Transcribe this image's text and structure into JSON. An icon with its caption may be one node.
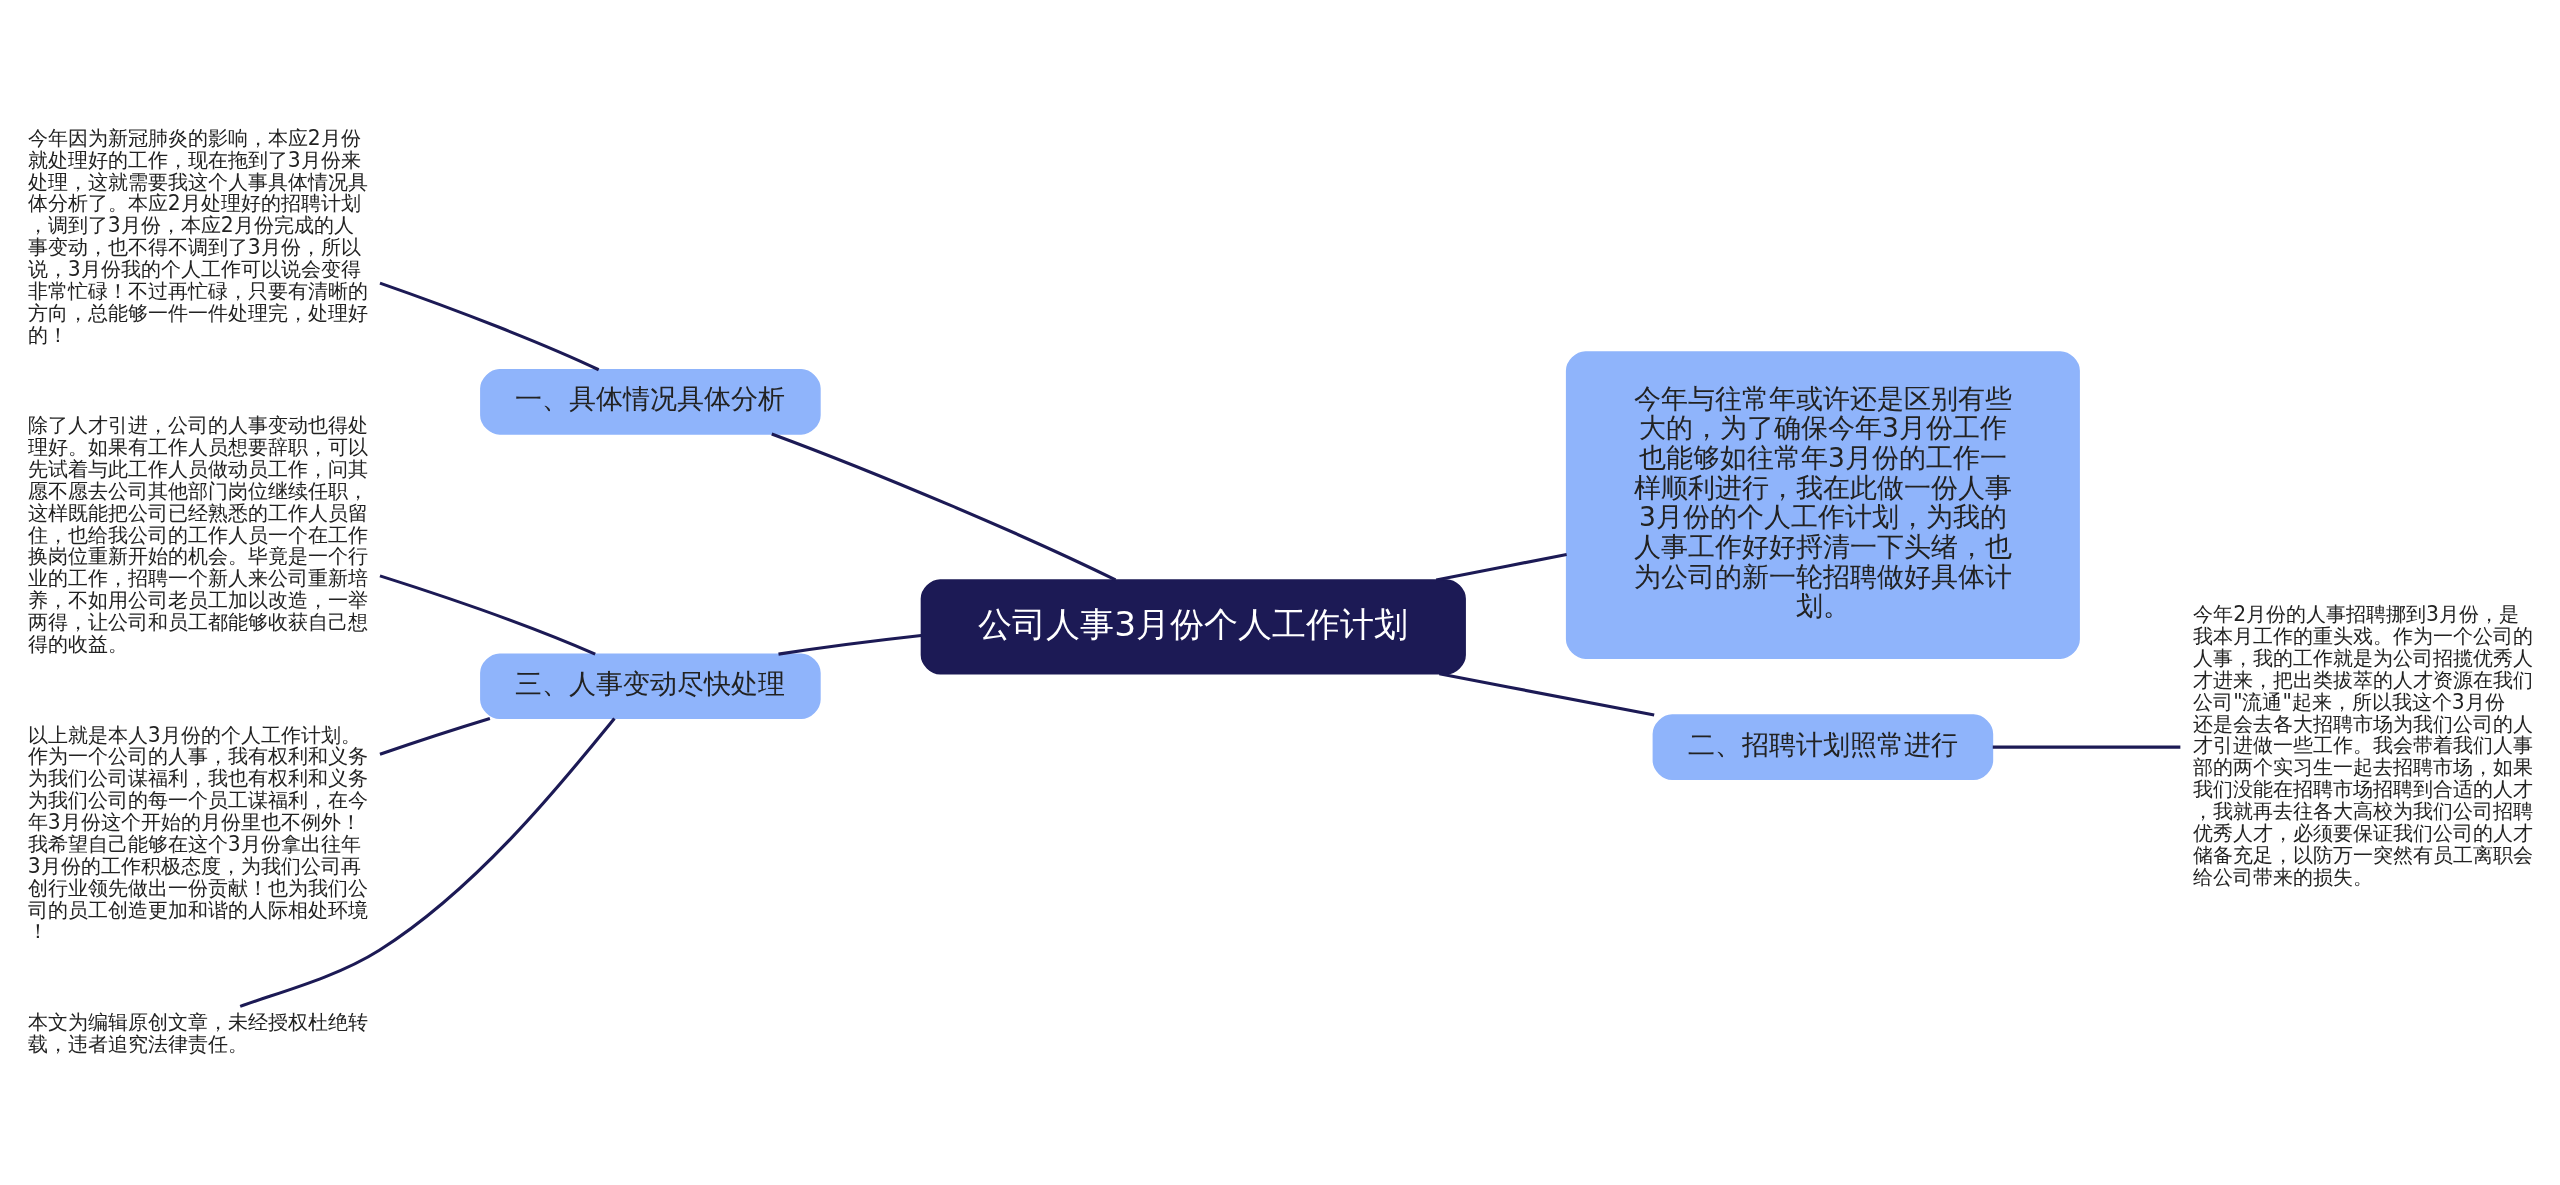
{
  "diagram": {
    "nodes": [
      {
        "text": [
          "公司人事3月份个人工作计划"
        ]
      },
      {
        "text": [
          "一、具体情况具体分析"
        ]
      },
      {
        "text": [
          "今年因为新冠肺炎的影响，本应2月份就处理好的工作，现在拖到了3月份来处理，这就需要我这个人事具体情况具体分析了。本应2月处理好的招聘计划，调到了3月份，本应2月份完成的人事变动，也不得不调到了3月份，所以说，3月份我的个人工作可以说会变得非常忙碌！不过再忙碌，只要有清晰的方向，总能够一件一件处理完，处理好的！"
        ]
      },
      {
        "text": [
          "今年与往常年或许还是区别有些大的，为了确保今年3月份工作也能够如往常年3月份的工作一样顺利进行，我在此做一份人事3月份的个人工作计划，为我的人事工作好好捋清一下头绪，也为公司的新一轮招聘做好具体计划。"
        ]
      },
      {
        "text": [
          "二、招聘计划照常进行"
        ]
      },
      {
        "text": [
          "今年2月份的人事招聘挪到3月份，是我本月工作的重头戏。作为一个公司的人事，我的工作就是为公司招揽优秀人才进来，把出类拔萃的人才资源在我们公司\"流通\"起来，所以我这个3月份还是会去各大招聘市场为我们公司的人才引进做一些工作。我会带着我们人事部的两个实习生一起去招聘市场，如果我们没能在招聘市场招聘到合适的人才，我就再去往各大高校为我们公司招聘优秀人才，必须要保证我们公司的人才储备充足，以防万一突然有员工离职会给公司带来的损失。"
        ]
      },
      {
        "text": [
          "三、人事变动尽快处理"
        ]
      },
      {
        "text": [
          "除了人才引进，公司的人事变动也得处理好。如果有工作人员想要辞职，可以先试着与此工作人员做动员工作，问其愿不愿去公司其他部门岗位继续任职，这样既能把公司已经熟悉的工作人员留住，也给我公司的工作人员一个在工作换岗位重新开始的机会。毕竟是一个行业的工作，招聘一个新人来公司重新培养，不如用公司老员工加以改造，一举两得，让公司和员工都能够收获自己想得的收益。"
        ]
      },
      {
        "text": [
          "以上就是本人3月份的个人工作计划。作为一个公司的人事，我有权利和义务为我们公司谋福利，我也有权利和义务为我们公司的每一个员工谋福利，在今年3月份这个开始的月份里也不例外！我希望自己能够在这个3月份拿出往年3月份的工作积极态度，为我们公司再创行业领先做出一份贡献！也为我们公司的员工创造更加和谐的人际相处环境！"
        ]
      },
      {
        "text": [
          "本文为编辑原创文章，未经授权杜绝转载，违者追究法律责任。"
        ]
      }
    ],
    "edges": [
      {
        "from": 0,
        "to": 1,
        "arrow": "none"
      },
      {
        "from": 1,
        "to": 2,
        "arrow": "none"
      },
      {
        "from": 0,
        "to": 3,
        "arrow": "none"
      },
      {
        "from": 0,
        "to": 4,
        "arrow": "none"
      },
      {
        "from": 4,
        "to": 5,
        "arrow": "none"
      },
      {
        "from": 0,
        "to": 6,
        "arrow": "none"
      },
      {
        "from": 6,
        "to": 7,
        "arrow": "none"
      },
      {
        "from": 6,
        "to": 8,
        "arrow": "none"
      },
      {
        "from": 6,
        "to": 9,
        "arrow": "none"
      }
    ]
  }
}
